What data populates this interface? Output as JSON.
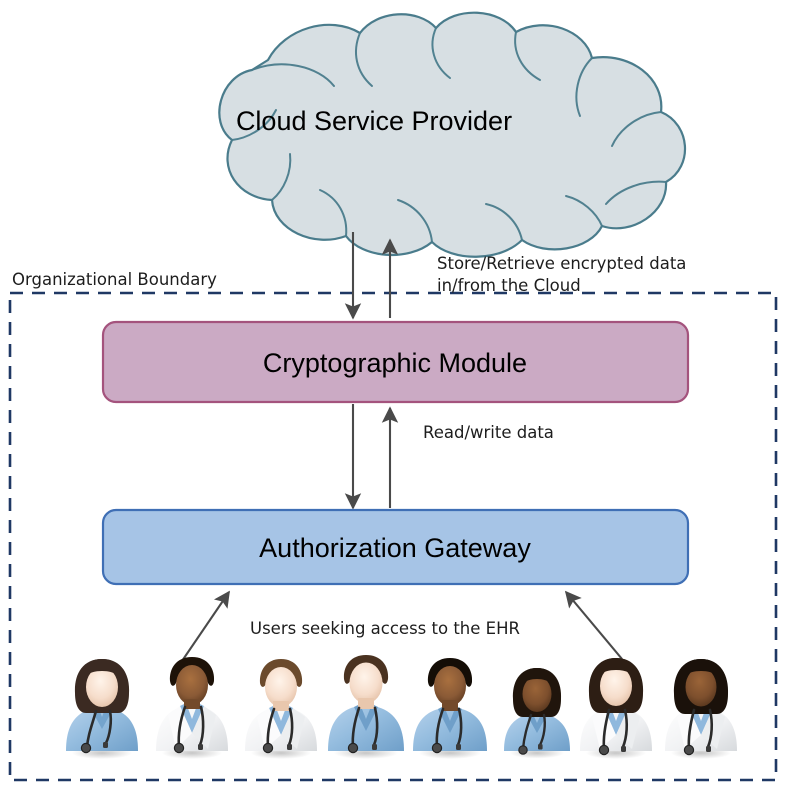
{
  "diagram": {
    "title_text": "Cloud Service Provider",
    "boundary_label": "Organizational Boundary",
    "nodes": [
      {
        "id": "cloud",
        "name": "cloud-service-provider",
        "label": "Cloud Service Provider",
        "shape": "cloud",
        "fill": "#d7dfe3",
        "stroke": "#4a7c8c"
      },
      {
        "id": "crypto",
        "name": "cryptographic-module",
        "label": "Cryptographic Module",
        "shape": "rounded-rect",
        "fill": "#cbaac4",
        "stroke": "#a4537d"
      },
      {
        "id": "gateway",
        "name": "authorization-gateway",
        "label": "Authorization Gateway",
        "shape": "rounded-rect",
        "fill": "#a6c4e6",
        "stroke": "#3f6fb5"
      }
    ],
    "edges": [
      {
        "id": "cloud-link",
        "name": "cloud-data-flow",
        "label_line1": "Store/Retrieve encrypted data",
        "label_line2": "in/from the Cloud",
        "direction": "bidirectional",
        "from": "cryptographic-module",
        "to": "cloud-service-provider"
      },
      {
        "id": "crypto-gateway-link",
        "name": "read-write-data-flow",
        "label": "Read/write data",
        "direction": "bidirectional",
        "from": "authorization-gateway",
        "to": "cryptographic-module"
      },
      {
        "id": "users-link",
        "name": "users-access-flow",
        "label": "Users seeking access to the EHR",
        "direction": "to-gateway",
        "from": "users",
        "to": "authorization-gateway"
      }
    ],
    "boundary": {
      "stroke": "#1f3864",
      "style": "dashed"
    },
    "users": {
      "group_name": "healthcare-users",
      "count": 8,
      "avatars": [
        {
          "name": "user-avatar-1",
          "gender": "female",
          "hair": "#3b2a22",
          "skin": "#f6ddcb",
          "attire": "scrubs",
          "attire_color": "#8fb8dd"
        },
        {
          "name": "user-avatar-2",
          "gender": "male",
          "hair": "#1d1208",
          "skin": "#8a5a36",
          "attire": "lab-coat",
          "attire_color": "#f4f5f7"
        },
        {
          "name": "user-avatar-3",
          "gender": "male",
          "hair": "#6b4a2c",
          "skin": "#f6ddcb",
          "attire": "lab-coat",
          "attire_color": "#f4f5f7"
        },
        {
          "name": "user-avatar-4",
          "gender": "male",
          "hair": "#4a3220",
          "skin": "#f6ddcb",
          "attire": "scrubs",
          "attire_color": "#8fb8dd"
        },
        {
          "name": "user-avatar-5",
          "gender": "male",
          "hair": "#140d06",
          "skin": "#8a5a36",
          "attire": "scrubs",
          "attire_color": "#8fb8dd"
        },
        {
          "name": "user-avatar-6",
          "gender": "female",
          "hair": "#20150c",
          "skin": "#7d4f2d",
          "attire": "scrubs",
          "attire_color": "#8fb8dd"
        },
        {
          "name": "user-avatar-7",
          "gender": "female",
          "hair": "#2d1e14",
          "skin": "#f6ddcb",
          "attire": "lab-coat",
          "attire_color": "#f4f5f7"
        },
        {
          "name": "user-avatar-8",
          "gender": "female",
          "hair": "#1a110a",
          "skin": "#7d4f2d",
          "attire": "lab-coat",
          "attire_color": "#f4f5f7"
        }
      ]
    }
  }
}
